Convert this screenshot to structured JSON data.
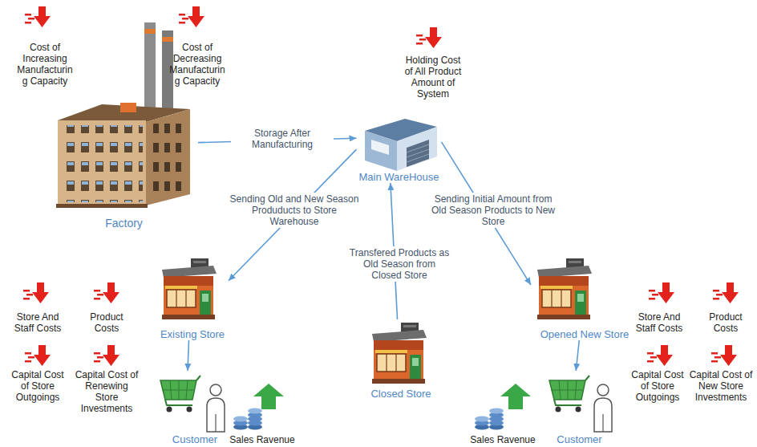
{
  "diagram": {
    "nodes": [
      {
        "text": [
          "Factory"
        ]
      },
      {
        "text": [
          "Main WareHouse"
        ]
      },
      {
        "text": [
          "Existing Store"
        ]
      },
      {
        "text": [
          "Closed Store"
        ]
      },
      {
        "text": [
          "Opened New Store"
        ]
      },
      {
        "text": [
          "Customer"
        ]
      },
      {
        "text": [
          "Customer"
        ]
      }
    ],
    "edges": [
      {
        "from": 0,
        "to": 1,
        "arrow": "to",
        "label": "Storage After Manufacturing"
      },
      {
        "from": 1,
        "to": 2,
        "arrow": "to",
        "label": "Sending Old and New Season Produducts to Store Warehouse"
      },
      {
        "from": 3,
        "to": 1,
        "arrow": "to",
        "label": "Transfered Products as Old Season from Closed Store"
      },
      {
        "from": 1,
        "to": 4,
        "arrow": "to",
        "label": "Sending Initial Amount from Old Season Products to New Store"
      },
      {
        "from": 2,
        "to": 5,
        "arrow": "to"
      },
      {
        "from": 4,
        "to": 6,
        "arrow": "to"
      }
    ],
    "labels": [
      "Cost of Increasing Manufacturing Capacity",
      "Cost of Decreasing Manufacturing Capacity",
      "Holding Cost of All Product Amount of System",
      "Store And Staff Costs",
      "Product Costs",
      "Capital Cost of Store Outgoings",
      "Capital Cost of Renewing Store Investments",
      "Store And Staff Costs",
      "Product Costs",
      "Capital Cost of Store Outgoings",
      "Capital Cost of New Store Investments",
      "Sales Ravenue",
      "Sales Ravenue"
    ]
  }
}
